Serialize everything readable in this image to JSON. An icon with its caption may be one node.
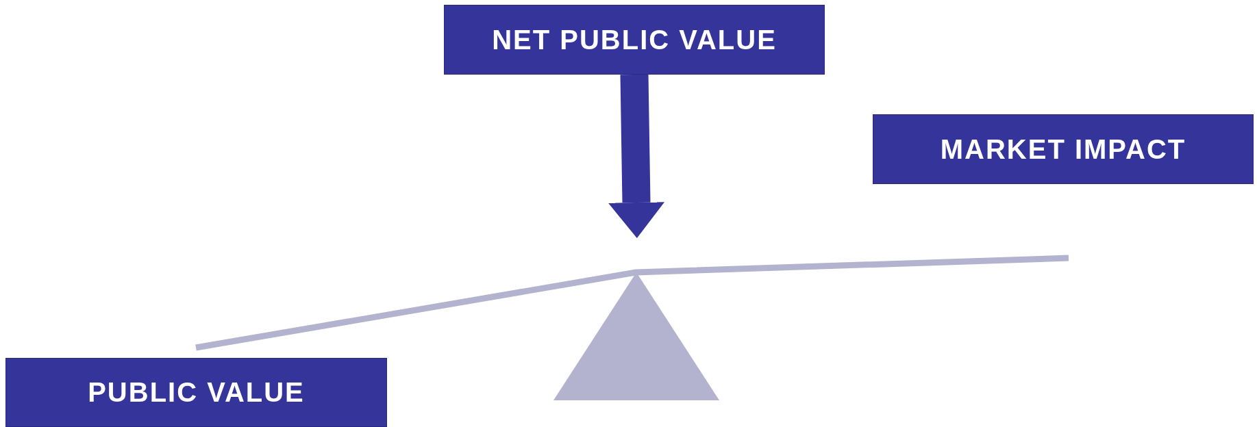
{
  "diagram": {
    "nodes": [
      {
        "text": [
          "NET PUBLIC VALUE"
        ]
      },
      {
        "text": [
          "MARKET IMPACT"
        ]
      },
      {
        "text": [
          "PUBLIC VALUE"
        ]
      },
      {
        "text": [],
        "shape": "triangle"
      }
    ],
    "edges": [
      {
        "from": 0,
        "to": 3,
        "arrow": "to"
      }
    ]
  }
}
